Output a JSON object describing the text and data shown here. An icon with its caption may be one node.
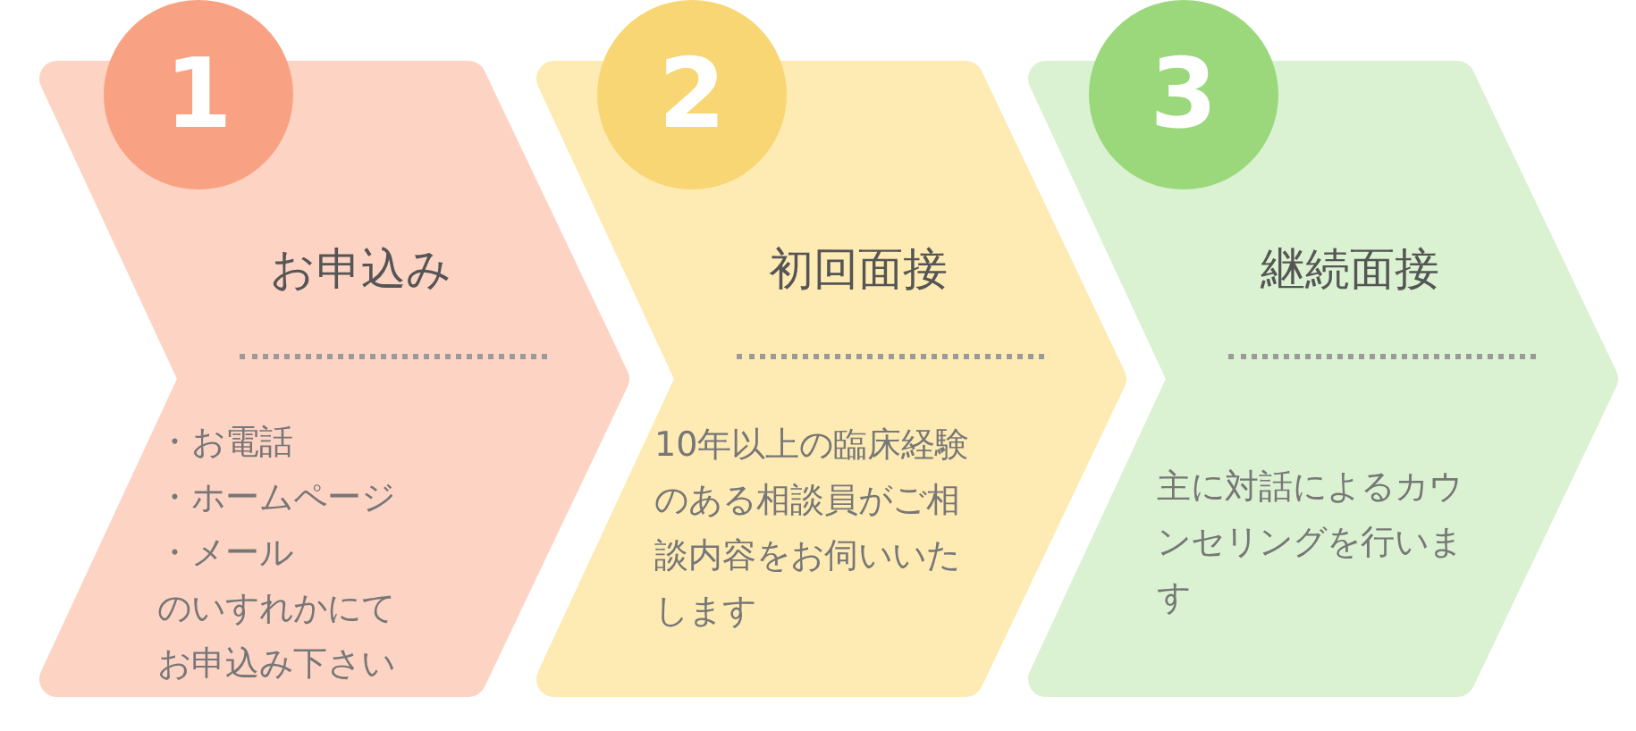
{
  "diagram": {
    "nodes": [
      {
        "text": [
          "1"
        ]
      },
      {
        "text": [
          "お申込み",
          "・お電話",
          "・ホームページ",
          "・メール",
          "のいすれかにてお申込み下さい"
        ]
      },
      {
        "text": [
          "2"
        ]
      },
      {
        "text": [
          "初回面接",
          "10年以上の臨床経験のある相談員がご相談内容をお伺いいたします"
        ]
      },
      {
        "text": [
          "3"
        ]
      },
      {
        "text": [
          "継続面接",
          "主に対話によるカウンセリングを行います"
        ]
      }
    ]
  }
}
